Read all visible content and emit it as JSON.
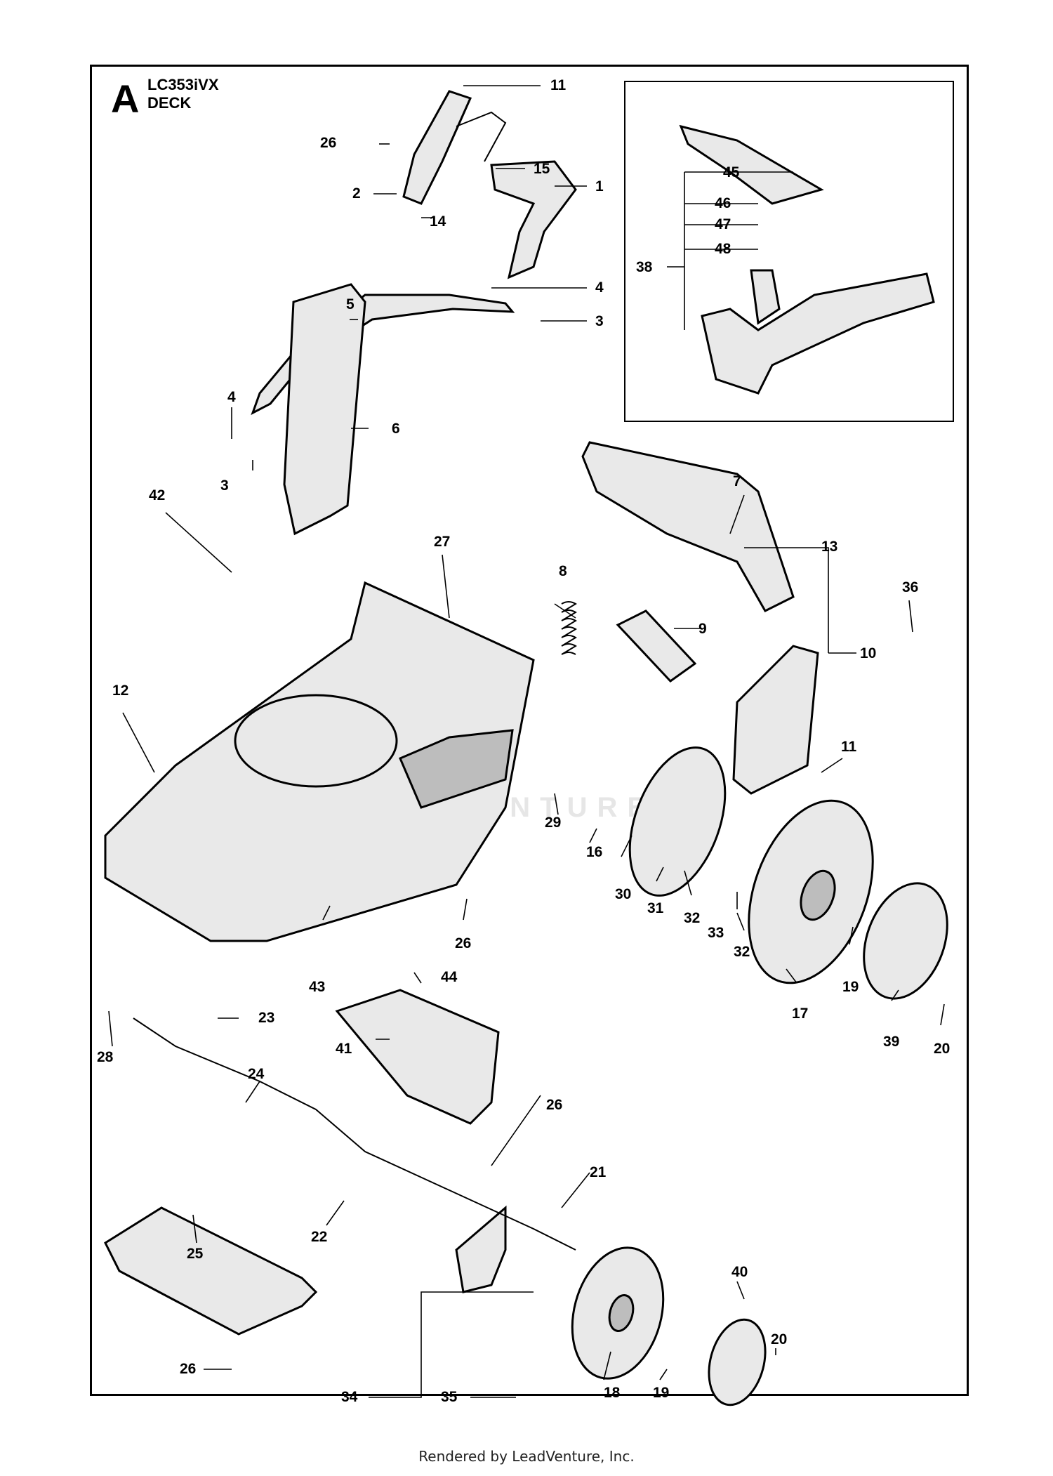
{
  "header": {
    "letter": "A",
    "model": "LC353iVX",
    "section": "DECK"
  },
  "watermark": "LEADVENTURE",
  "footer": "Rendered by LeadVenture, Inc.",
  "callouts": [
    {
      "id": "c11a",
      "label": "11"
    },
    {
      "id": "c26a",
      "label": "26"
    },
    {
      "id": "c15",
      "label": "15"
    },
    {
      "id": "c2",
      "label": "2"
    },
    {
      "id": "c1",
      "label": "1"
    },
    {
      "id": "c14",
      "label": "14"
    },
    {
      "id": "c4a",
      "label": "4"
    },
    {
      "id": "c5",
      "label": "5"
    },
    {
      "id": "c3a",
      "label": "3"
    },
    {
      "id": "c4b",
      "label": "4"
    },
    {
      "id": "c6",
      "label": "6"
    },
    {
      "id": "c3b",
      "label": "3"
    },
    {
      "id": "c45",
      "label": "45"
    },
    {
      "id": "c46",
      "label": "46"
    },
    {
      "id": "c47",
      "label": "47"
    },
    {
      "id": "c48",
      "label": "48"
    },
    {
      "id": "c38",
      "label": "38"
    },
    {
      "id": "c42",
      "label": "42"
    },
    {
      "id": "c7",
      "label": "7"
    },
    {
      "id": "c13",
      "label": "13"
    },
    {
      "id": "c27",
      "label": "27"
    },
    {
      "id": "c8",
      "label": "8"
    },
    {
      "id": "c36",
      "label": "36"
    },
    {
      "id": "c9",
      "label": "9"
    },
    {
      "id": "c10",
      "label": "10"
    },
    {
      "id": "c12",
      "label": "12"
    },
    {
      "id": "c11b",
      "label": "11"
    },
    {
      "id": "c29",
      "label": "29"
    },
    {
      "id": "c16",
      "label": "16"
    },
    {
      "id": "c30",
      "label": "30"
    },
    {
      "id": "c31",
      "label": "31"
    },
    {
      "id": "c32a",
      "label": "32"
    },
    {
      "id": "c33",
      "label": "33"
    },
    {
      "id": "c32b",
      "label": "32"
    },
    {
      "id": "c26b",
      "label": "26"
    },
    {
      "id": "c43",
      "label": "43"
    },
    {
      "id": "c44",
      "label": "44"
    },
    {
      "id": "c17",
      "label": "17"
    },
    {
      "id": "c19a",
      "label": "19"
    },
    {
      "id": "c39",
      "label": "39"
    },
    {
      "id": "c20a",
      "label": "20"
    },
    {
      "id": "c23",
      "label": "23"
    },
    {
      "id": "c28",
      "label": "28"
    },
    {
      "id": "c41",
      "label": "41"
    },
    {
      "id": "c24",
      "label": "24"
    },
    {
      "id": "c26c",
      "label": "26"
    },
    {
      "id": "c21",
      "label": "21"
    },
    {
      "id": "c22",
      "label": "22"
    },
    {
      "id": "c25",
      "label": "25"
    },
    {
      "id": "c40",
      "label": "40"
    },
    {
      "id": "c20b",
      "label": "20"
    },
    {
      "id": "c26d",
      "label": "26"
    },
    {
      "id": "c34",
      "label": "34"
    },
    {
      "id": "c35",
      "label": "35"
    },
    {
      "id": "c18",
      "label": "18"
    },
    {
      "id": "c19b",
      "label": "19"
    }
  ]
}
